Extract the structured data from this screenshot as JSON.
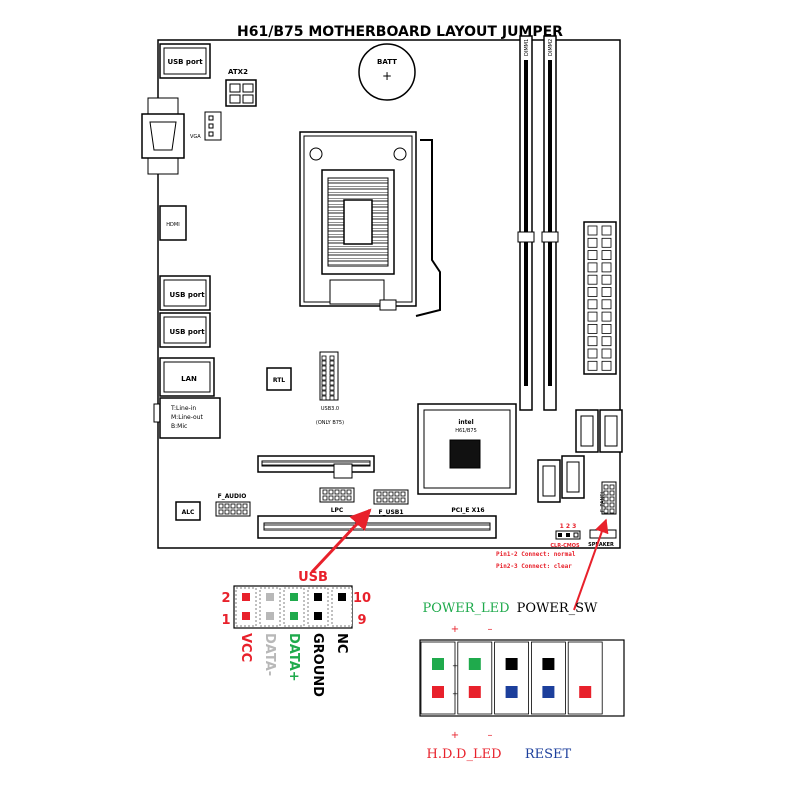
{
  "title": "H61/B75 MOTHERBOARD LAYOUT JUMPER",
  "board": {
    "usb_port": "USB port",
    "atx2": "ATX2",
    "batt": "BATT",
    "batt_symbol": "+",
    "vga": "VGA",
    "hdmi": "HDMI",
    "lan": "LAN",
    "audio_line_in": "T:Line-in",
    "audio_line_out": "M:Line-out",
    "audio_mic": "B:Mic",
    "rtl": "RTL",
    "usb30": "USB3.0",
    "only_b75": "(ONLY B75)",
    "chipset_brand": "intel",
    "chipset_model": "H61/B75",
    "dimm1": "DIMM1",
    "dimm2": "DIMM2",
    "f_audio": "F_AUDIO",
    "alc": "ALC",
    "lpc": "LPC",
    "f_usb1": "F_USB1",
    "pcie": "PCI_E X16",
    "clr_pins": "1 2 3",
    "clr_cmos": "CLR-CMOS",
    "speaker": "SPEAKER",
    "f_panel": "F_PANEL",
    "note_normal": "Pin1-2 Connect:  normal",
    "note_clear": "Pin2-3 Connect:  clear"
  },
  "usb_header": {
    "label": "USB",
    "pin_top_left": "2",
    "pin_bottom_left": "1",
    "pin_top_right": "10",
    "pin_bottom_right": "9",
    "signals": [
      "VCC",
      "DATA-",
      "DATA+",
      "GROUND",
      "NC"
    ]
  },
  "panel_header": {
    "power_led": "POWER_LED",
    "power_sw": "POWER_SW",
    "plus_top": "+",
    "minus_top": "–",
    "plus_bottom": "+",
    "minus_bottom": "–",
    "hdd_led": "H.D.D_LED",
    "reset": "RESET"
  },
  "colors": {
    "red": "#e8212b",
    "green": "#1faa4c",
    "blue": "#1c3f9c",
    "gray": "#b8b8b8",
    "black": "#000000"
  }
}
